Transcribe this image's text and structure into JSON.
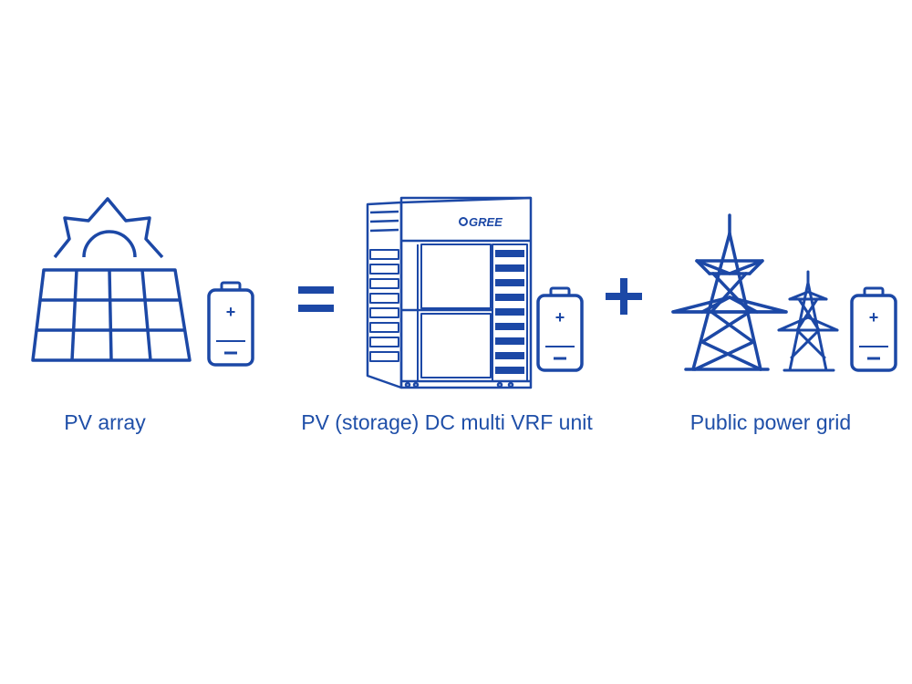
{
  "colors": {
    "stroke": "#1c48a6",
    "text": "#1f4fa8",
    "background": "#ffffff"
  },
  "icons": [
    "pv-array-icon",
    "battery-icon",
    "equals-icon",
    "vrf-unit-icon",
    "plus-icon",
    "power-tower-icon"
  ],
  "vrf_unit": {
    "brand": "GREE"
  },
  "battery": {
    "plus": "+",
    "minus": "−"
  },
  "labels": {
    "pv_array": "PV array",
    "vrf_unit": "PV (storage) DC multi VRF unit",
    "power_grid": "Public power grid"
  }
}
